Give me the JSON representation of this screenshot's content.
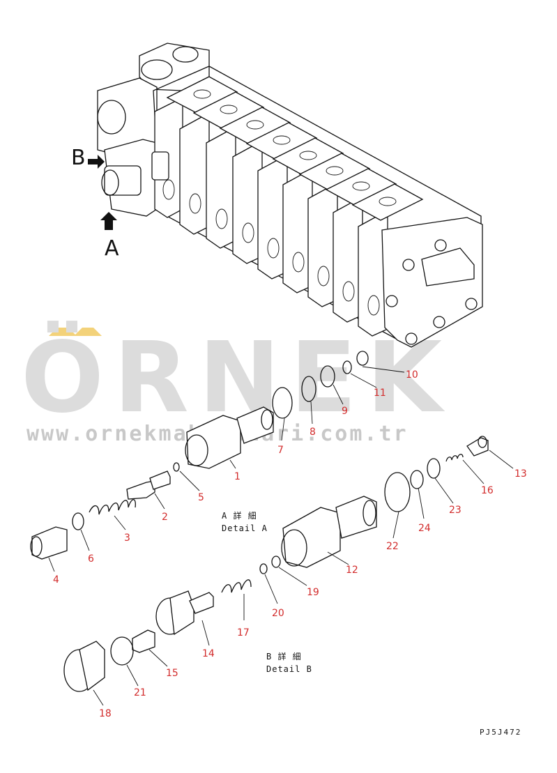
{
  "watermark": {
    "brand": "ÖRNEK",
    "url": "www.ornekmakinalari.com.tr"
  },
  "view_markers": {
    "a": "A",
    "b": "B"
  },
  "details": {
    "a_jp": "A 詳 細",
    "a_en": "Detail A",
    "b_jp": "B 詳 細",
    "b_en": "Detail B"
  },
  "callouts": {
    "p1": "1",
    "p2": "2",
    "p3": "3",
    "p4": "4",
    "p5": "5",
    "p6": "6",
    "p7": "7",
    "p8": "8",
    "p9": "9",
    "p10": "10",
    "p11": "11",
    "p12": "12",
    "p13": "13",
    "p14": "14",
    "p15": "15",
    "p16": "16",
    "p17": "17",
    "p18": "18",
    "p19": "19",
    "p20": "20",
    "p21": "21",
    "p22": "22",
    "p23": "23",
    "p24": "24"
  },
  "drawing_number": "PJ5J472",
  "colors": {
    "callout": "#d22b2b",
    "line": "#111111",
    "watermark": "#dcdcdc",
    "watermark_accent": "#f3d27a"
  }
}
